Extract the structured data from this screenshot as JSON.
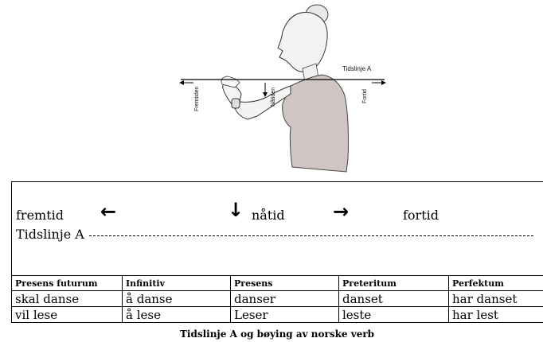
{
  "illustration": {
    "timeline_label": "Tidslinje A",
    "future_label": "Fremtiden",
    "present_label": "Nåtiden",
    "past_label": "Fortid"
  },
  "panel": {
    "future": "fremtid",
    "present": "nåtid",
    "past": "fortid",
    "timeline": "Tidslinje A"
  },
  "table": {
    "headers": [
      "Presens futurum",
      "Infinitiv",
      "Presens",
      "Preteritum",
      "Perfektum"
    ],
    "rows": [
      [
        "skal danse",
        "å danse",
        "danser",
        "danset",
        "har danset"
      ],
      [
        "vil lese",
        "å lese",
        "Leser",
        "leste",
        "har lest"
      ]
    ]
  },
  "caption": "Tidslinje A og bøying av norske verb"
}
